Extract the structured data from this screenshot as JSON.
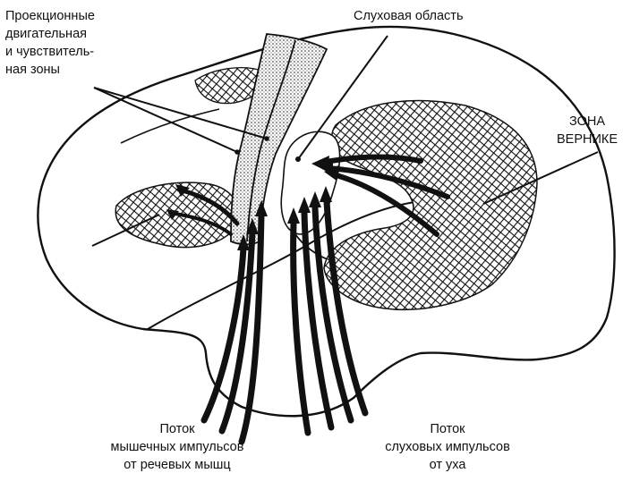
{
  "labels": {
    "projection_zones": [
      "Проекционные",
      "двигательная",
      "и чувствитель-",
      "ная зоны"
    ],
    "auditory_area": [
      "Слуховая область"
    ],
    "wernicke_zone": [
      "ЗОНА",
      "ВЕРНИКЕ"
    ],
    "muscle_flow": [
      "Поток",
      "мышечных импульсов",
      "от речевых мышц"
    ],
    "auditory_flow": [
      "Поток",
      "слуховых импульсов",
      "от уха"
    ]
  },
  "colors": {
    "ink": "#111111",
    "background": "#ffffff"
  }
}
